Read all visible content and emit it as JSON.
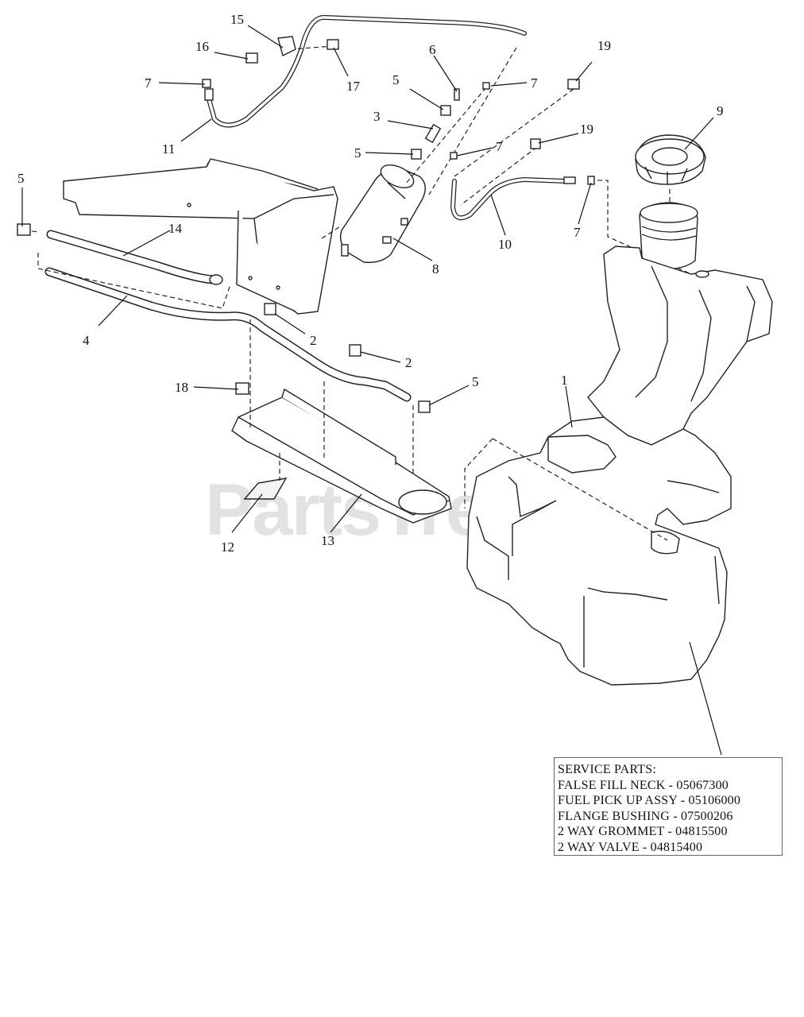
{
  "watermark": "PartsTree",
  "callouts": [
    {
      "id": "c15",
      "label": "15"
    },
    {
      "id": "c16",
      "label": "16"
    },
    {
      "id": "c17",
      "label": "17"
    },
    {
      "id": "c7a",
      "label": "7"
    },
    {
      "id": "c11",
      "label": "11"
    },
    {
      "id": "c6",
      "label": "6"
    },
    {
      "id": "c5a",
      "label": "5"
    },
    {
      "id": "c7b",
      "label": "7"
    },
    {
      "id": "c19a",
      "label": "19"
    },
    {
      "id": "c3",
      "label": "3"
    },
    {
      "id": "c5b",
      "label": "5"
    },
    {
      "id": "c7c",
      "label": "7"
    },
    {
      "id": "c19b",
      "label": "19"
    },
    {
      "id": "c9",
      "label": "9"
    },
    {
      "id": "c5c",
      "label": "5"
    },
    {
      "id": "c14",
      "label": "14"
    },
    {
      "id": "c10",
      "label": "10"
    },
    {
      "id": "c7d",
      "label": "7"
    },
    {
      "id": "c8",
      "label": "8"
    },
    {
      "id": "c4",
      "label": "4"
    },
    {
      "id": "c2a",
      "label": "2"
    },
    {
      "id": "c2b",
      "label": "2"
    },
    {
      "id": "c18",
      "label": "18"
    },
    {
      "id": "c5d",
      "label": "5"
    },
    {
      "id": "c1",
      "label": "1"
    },
    {
      "id": "c12",
      "label": "12"
    },
    {
      "id": "c13",
      "label": "13"
    }
  ],
  "service_parts": {
    "heading": "SERVICE PARTS:",
    "lines": [
      "FALSE FILL NECK - 05067300",
      "FUEL PICK UP ASSY - 05106000",
      "FLANGE BUSHING - 07500206",
      "2 WAY GROMMET - 04815500",
      "2 WAY VALVE - 04815400"
    ]
  }
}
